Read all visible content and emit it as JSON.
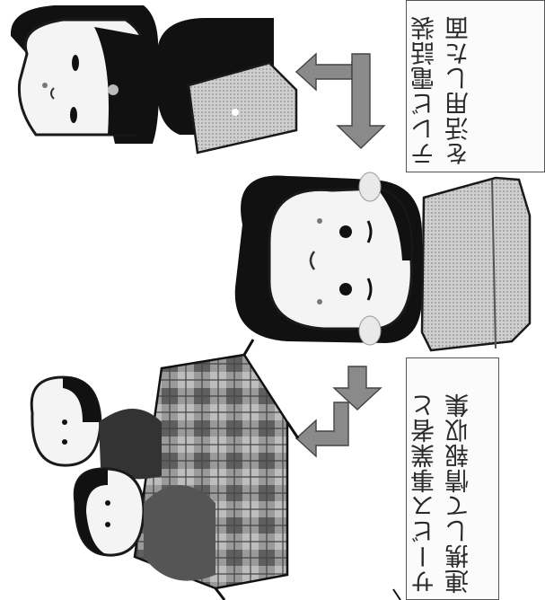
{
  "captions": {
    "left": {
      "line1": "サービス事業者と",
      "line2": "連携して情報収集"
    },
    "right": {
      "line1": "テレビ電話装",
      "line2": "を活用した面"
    }
  },
  "colors": {
    "arrow": "#8a8a8a",
    "outline": "#1a1a1a",
    "skin": "#f4f4f4",
    "hair": "#111111",
    "screen": "#cfcfcf"
  }
}
